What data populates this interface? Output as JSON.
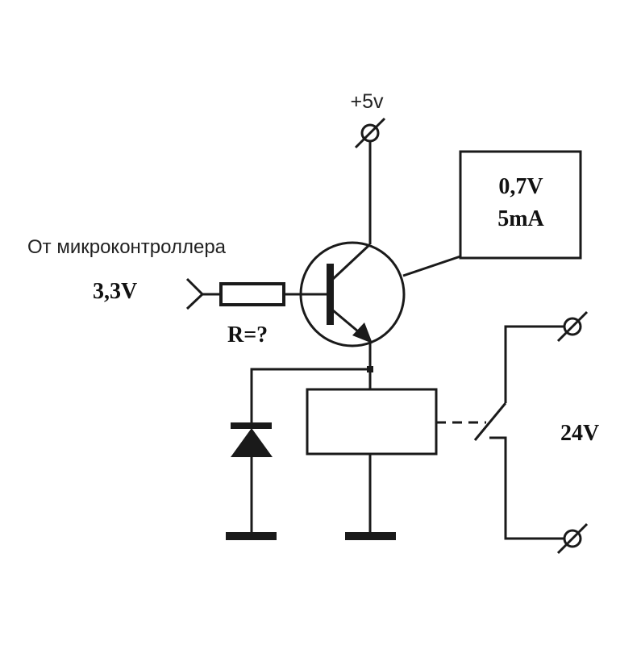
{
  "labels": {
    "supply": "+5v",
    "source": "От микроконтроллера",
    "input_voltage": "3,3V",
    "resistor": "R=?",
    "transistor_voltage": "0,7V",
    "transistor_current": "5mA",
    "load_voltage": "24V"
  },
  "colors": {
    "line": "#1a1a1a",
    "background": "#ffffff"
  }
}
